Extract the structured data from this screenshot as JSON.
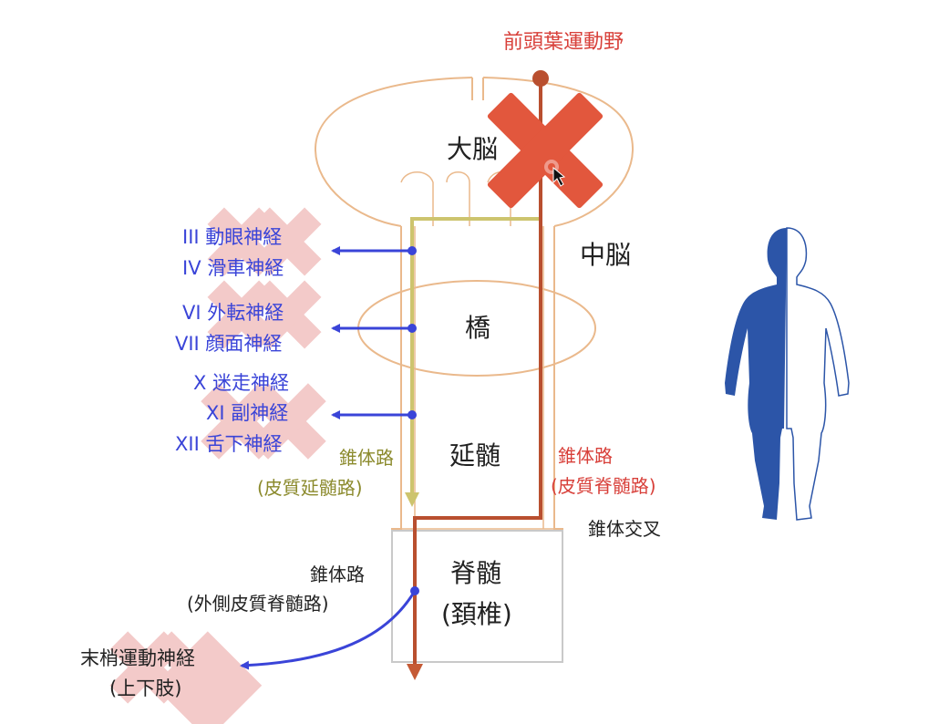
{
  "top_label": "前頭葉運動野",
  "regions": {
    "cerebrum": "大脳",
    "midbrain": "中脳",
    "pons": "橋",
    "medulla": "延髄",
    "spinal_cord": [
      "脊髄",
      "(頚椎)"
    ]
  },
  "cranial_nerves": [
    [
      "III 動眼神経",
      "IV 滑車神経"
    ],
    [
      "VI 外転神経",
      "VII 顔面神経"
    ],
    [
      "X 迷走神経",
      "XI 副神経",
      "XII 舌下神経"
    ]
  ],
  "tracts": {
    "corticobulbar": [
      "錐体路",
      "(皮質延髄路)"
    ],
    "corticospinal": [
      "錐体路",
      "(皮質脊髄路)"
    ],
    "lateral_corticospinal": [
      "錐体路",
      "(外側皮質脊髄路)"
    ],
    "decussation": "錐体交叉"
  },
  "peripheral": [
    "末梢運動神経",
    "(上下肢)"
  ],
  "colors": {
    "outline": "#eab98c",
    "corticospinal": "#b94f2f",
    "corticobulbar": "#cdc46e",
    "nerve": "#3a44d8",
    "lesion": "#e2573d",
    "cross_pink": "#eba7a5",
    "body_blue": "#2c55a8"
  }
}
